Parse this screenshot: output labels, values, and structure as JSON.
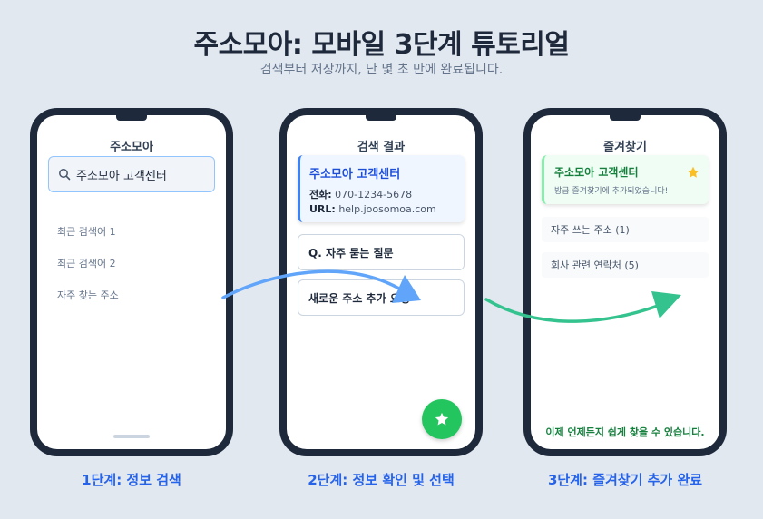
{
  "header": {
    "title": "주소모아: 모바일 3단계 튜토리얼",
    "subtitle": "검색부터 저장까지, 단 몇 초 만에 완료됩니다."
  },
  "phone1": {
    "title": "주소모아",
    "search_value": "주소모아 고객센터",
    "recent": [
      "최근 검색어 1",
      "최근 검색어 2",
      "자주 찾는 주소"
    ]
  },
  "phone2": {
    "title": "검색 결과",
    "result": {
      "name": "주소모아 고객센터",
      "phone_label": "전화:",
      "phone_value": "070-1234-5678",
      "url_label": "URL:",
      "url_value": "help.joosomoa.com"
    },
    "options": [
      "Q. 자주 묻는 질문",
      "새로운 주소 추가 요청"
    ]
  },
  "phone3": {
    "title": "즐겨찾기",
    "fav_name": "주소모아 고객센터",
    "fav_message": "방금 즐겨찾기에 추가되었습니다!",
    "folders": [
      "자주 쓰는 주소 (1)",
      "회사 관련 연락처 (5)"
    ],
    "done_message": "이제 언제든지 쉽게 찾을 수 있습니다."
  },
  "steps": [
    "1단계: 정보 검색",
    "2단계: 정보 확인 및 선택",
    "3단계: 즐겨찾기 추가 완료"
  ],
  "colors": {
    "step_blue": "#2563eb",
    "arrow_blue": "#60a5fa",
    "arrow_green": "#34c38f",
    "fab_green": "#22c55e",
    "star_yellow": "#fbbf24"
  },
  "icons": [
    "search-icon",
    "star-icon"
  ]
}
